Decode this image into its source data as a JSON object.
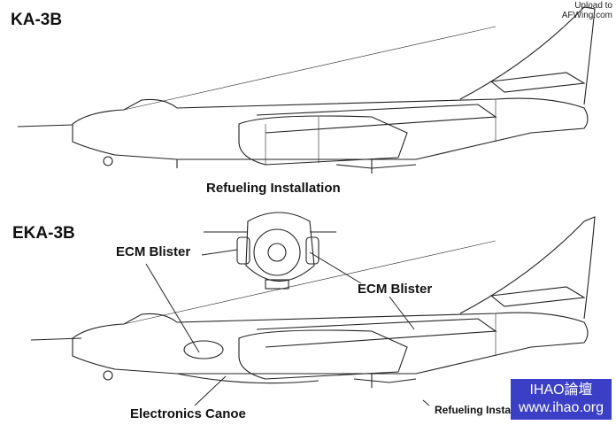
{
  "upper": {
    "title": "KA-3B",
    "callout": "Refueling Installation"
  },
  "lower": {
    "title": "EKA-3B",
    "callout_blister_left": "ECM Blister",
    "callout_blister_right": "ECM Blister",
    "callout_canoe": "Electronics Canoe",
    "callout_refuel": "Refueling Insta"
  },
  "upload_note": {
    "line1": "Upload to",
    "line2": "AFWing.com"
  },
  "watermark": {
    "line1": "IHAO論壇",
    "line2": "www.ihao.org",
    "color": "#3b3fc6"
  }
}
